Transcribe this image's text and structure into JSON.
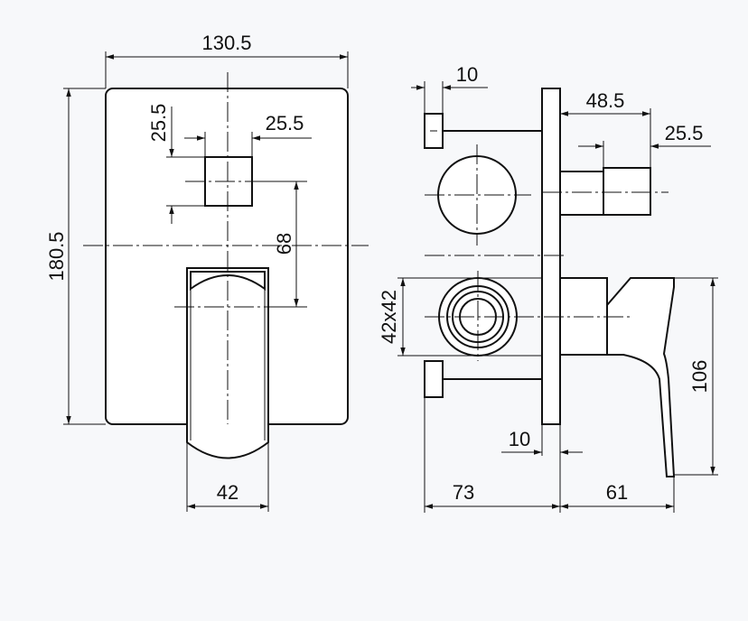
{
  "dimensions": {
    "front_width": "130.5",
    "front_height": "180.5",
    "square_height": "25.5",
    "square_width": "25.5",
    "center_distance": "68",
    "lever_width": "42",
    "side_flange_thickness": "10",
    "side_spout_length": "48.5",
    "side_spout_diameter": "25.5",
    "side_square": "42x42",
    "side_wall_thickness": "10",
    "side_depth_body": "73",
    "side_depth_handle": "61",
    "side_handle_height": "106"
  }
}
